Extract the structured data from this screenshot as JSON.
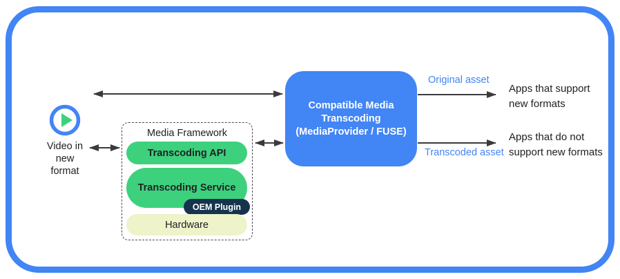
{
  "colors": {
    "blue": "#4285f4",
    "green": "#3dd17d",
    "navy": "#16334e",
    "hardware": "#eef3c9",
    "arrow": "#3b3b3b",
    "text": "#202124"
  },
  "source": {
    "icon": "play-icon",
    "label_lines": [
      "Video in",
      "new",
      "format"
    ]
  },
  "media_framework": {
    "title": "Media Framework",
    "transcoding_api": "Transcoding API",
    "transcoding_service": "Transcoding Service",
    "oem_plugin": "OEM Plugin",
    "hardware": "Hardware"
  },
  "transcoder": {
    "lines": [
      "Compatible Media",
      "Transcoding",
      "(MediaProvider / FUSE)"
    ]
  },
  "outputs": {
    "original": {
      "arrow_label": "Original asset",
      "target_lines": [
        "Apps that support",
        "new formats"
      ]
    },
    "transcoded": {
      "arrow_label": "Transcoded asset",
      "target_lines": [
        "Apps that do not",
        "support new formats"
      ]
    }
  }
}
